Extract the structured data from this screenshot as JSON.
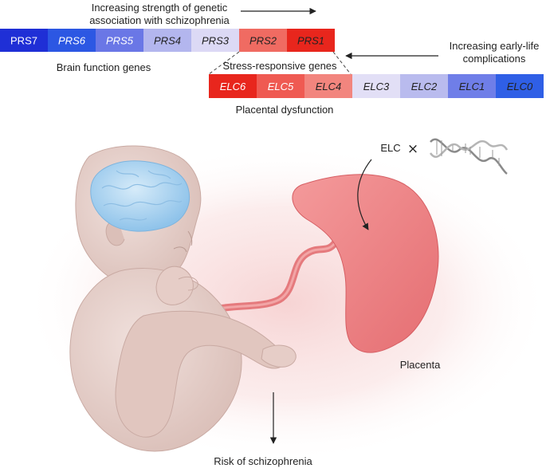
{
  "headers": {
    "genetic_strength_line1": "Increasing strength of genetic",
    "genetic_strength_line2": "association with schizophrenia",
    "elc_line1": "Increasing early-life",
    "elc_line2": "complications"
  },
  "prs_bar": {
    "cells": [
      {
        "label": "PRS7",
        "color": "#1f2fd6",
        "text_color": "#ffffff",
        "italic": false
      },
      {
        "label": "PRS6",
        "color": "#2c57e3",
        "text_color": "#ffffff",
        "italic": true
      },
      {
        "label": "PRS5",
        "color": "#6a77e6",
        "text_color": "#ffffff",
        "italic": true
      },
      {
        "label": "PRS4",
        "color": "#b3b6ee",
        "text_color": "#222222",
        "italic": true
      },
      {
        "label": "PRS3",
        "color": "#dcd9f5",
        "text_color": "#222222",
        "italic": true
      },
      {
        "label": "PRS2",
        "color": "#f06b62",
        "text_color": "#222222",
        "italic": true
      },
      {
        "label": "PRS1",
        "color": "#e8261d",
        "text_color": "#222222",
        "italic": true
      }
    ],
    "caption": "Brain function genes"
  },
  "elc_bar": {
    "cells": [
      {
        "label": "ELC6",
        "color": "#e8261d",
        "text_color": "#ffffff",
        "italic": true
      },
      {
        "label": "ELC5",
        "color": "#ef5a52",
        "text_color": "#ffffff",
        "italic": true
      },
      {
        "label": "ELC4",
        "color": "#f2857e",
        "text_color": "#222222",
        "italic": true
      },
      {
        "label": "ELC3",
        "color": "#e2dff6",
        "text_color": "#222222",
        "italic": true
      },
      {
        "label": "ELC2",
        "color": "#b9bbee",
        "text_color": "#222222",
        "italic": true
      },
      {
        "label": "ELC1",
        "color": "#6f7ee8",
        "text_color": "#222222",
        "italic": true
      },
      {
        "label": "ELC0",
        "color": "#2f5fe6",
        "text_color": "#222222",
        "italic": true
      }
    ],
    "caption_top": "Stress-responsive genes",
    "caption_bottom": "Placental dysfunction"
  },
  "illustration": {
    "elc_label": "ELC",
    "times_symbol": "×",
    "placenta_label": "Placenta",
    "risk_label": "Risk of schizophrenia",
    "colors": {
      "fetus_skin": "#e6d0cb",
      "brain": "#a9d2ef",
      "placenta": "#ef8a8d",
      "glow": "#f6d3d3"
    }
  }
}
